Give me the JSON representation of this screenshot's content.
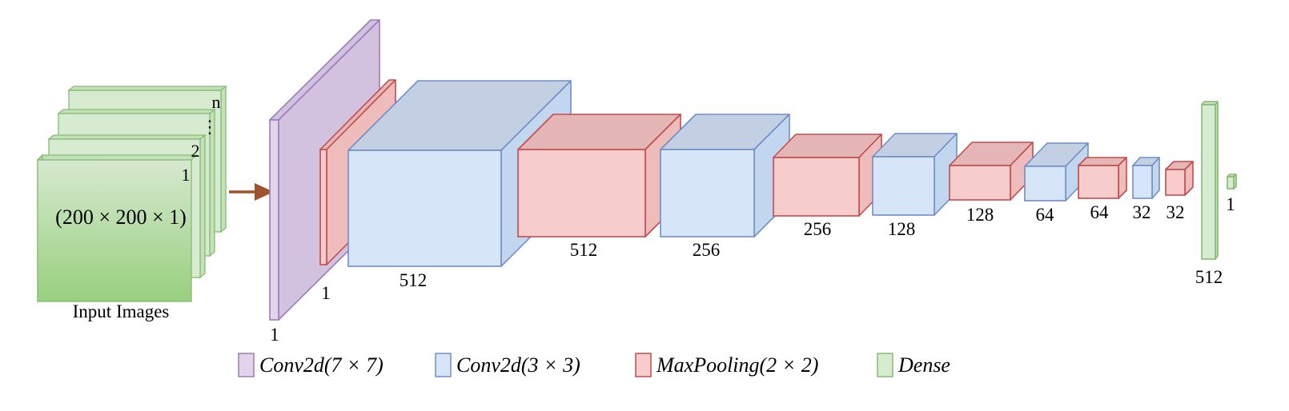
{
  "colors": {
    "conv7": {
      "front": "#e2d3ea",
      "side": "#d3c1e0",
      "top": "#d3c1e0",
      "stroke": "#9c7db5"
    },
    "conv3": {
      "front": "#d6e5f8",
      "side": "#c3d6ef",
      "top": "#c3cfe3",
      "stroke": "#6f8fc4"
    },
    "pool": {
      "front": "#f6cccc",
      "side": "#efbcbc",
      "top": "#e4b6b5",
      "stroke": "#c24c4c"
    },
    "dense": {
      "front": "#d6ebcf",
      "side": "#c5e1ba",
      "top": "#c5e1ba",
      "stroke": "#86bb74"
    },
    "arrow": "#a0522d"
  },
  "input": {
    "caption": "Input Images",
    "dims": "(200 × 200 × 1)",
    "stack_labels": [
      "1",
      "2",
      "⋮",
      "n"
    ]
  },
  "layers": [
    {
      "type": "conv7",
      "label": "1"
    },
    {
      "type": "pool",
      "label": "1"
    },
    {
      "type": "conv3",
      "label": "512"
    },
    {
      "type": "pool",
      "label": "512"
    },
    {
      "type": "conv3",
      "label": "256"
    },
    {
      "type": "pool",
      "label": "256"
    },
    {
      "type": "conv3",
      "label": "128"
    },
    {
      "type": "pool",
      "label": "128"
    },
    {
      "type": "conv3",
      "label": "64"
    },
    {
      "type": "pool",
      "label": "64"
    },
    {
      "type": "conv3",
      "label": "32"
    },
    {
      "type": "pool",
      "label": "32"
    },
    {
      "type": "dense",
      "label": "512"
    },
    {
      "type": "dense",
      "label": "1"
    }
  ],
  "legend": [
    {
      "type": "conv7",
      "text": "Conv2d(7 × 7)"
    },
    {
      "type": "conv3",
      "text": "Conv2d(3 × 3)"
    },
    {
      "type": "pool",
      "text": "MaxPooling(2 × 2)"
    },
    {
      "type": "dense",
      "text": "Dense"
    }
  ]
}
